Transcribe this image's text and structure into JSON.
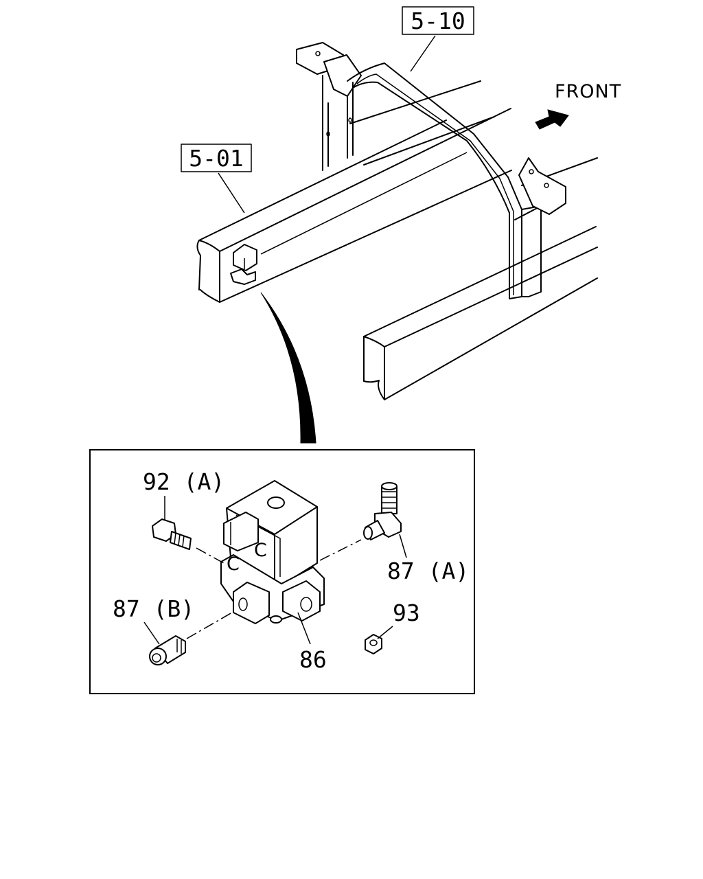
{
  "callouts": {
    "frame_ref_1": "5-10",
    "frame_ref_2": "5-01",
    "direction": "FRONT",
    "part_92a": "92 (A)",
    "part_87a": "87 (A)",
    "part_87b": "87 (B)",
    "part_93": "93",
    "part_86": "86"
  }
}
